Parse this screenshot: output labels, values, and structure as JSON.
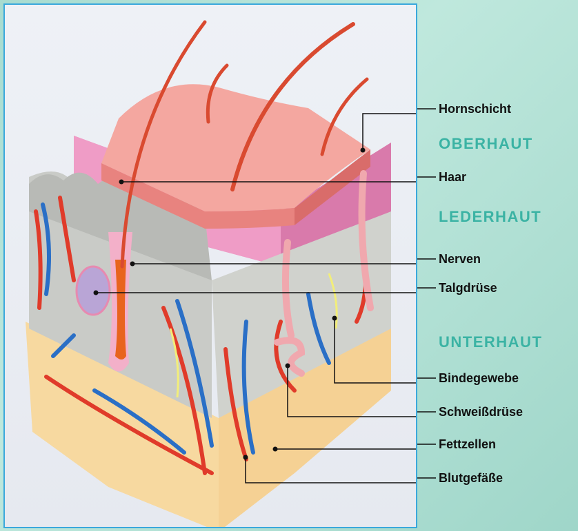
{
  "labels": {
    "hornschicht": "Hornschicht",
    "haar": "Haar",
    "nerven": "Nerven",
    "talgdruese": "Talgdrüse",
    "bindegewebe": "Bindegewebe",
    "schweissdruese": "Schweißdrüse",
    "fettzellen": "Fettzellen",
    "blutgefaesse": "Blutgefäße"
  },
  "sections": {
    "oberhaut": "OBERHAUT",
    "lederhaut": "LEDERHAUT",
    "unterhaut": "UNTERHAUT"
  },
  "colors": {
    "accent_section": "#3bb3a4",
    "panel_border": "#3aa8dc",
    "artery": "#e03b2a",
    "vein": "#2a6fc6",
    "skin_top": "#f4a7a0",
    "dermis": "#e88ab8",
    "fat": "#f7d9a0"
  }
}
